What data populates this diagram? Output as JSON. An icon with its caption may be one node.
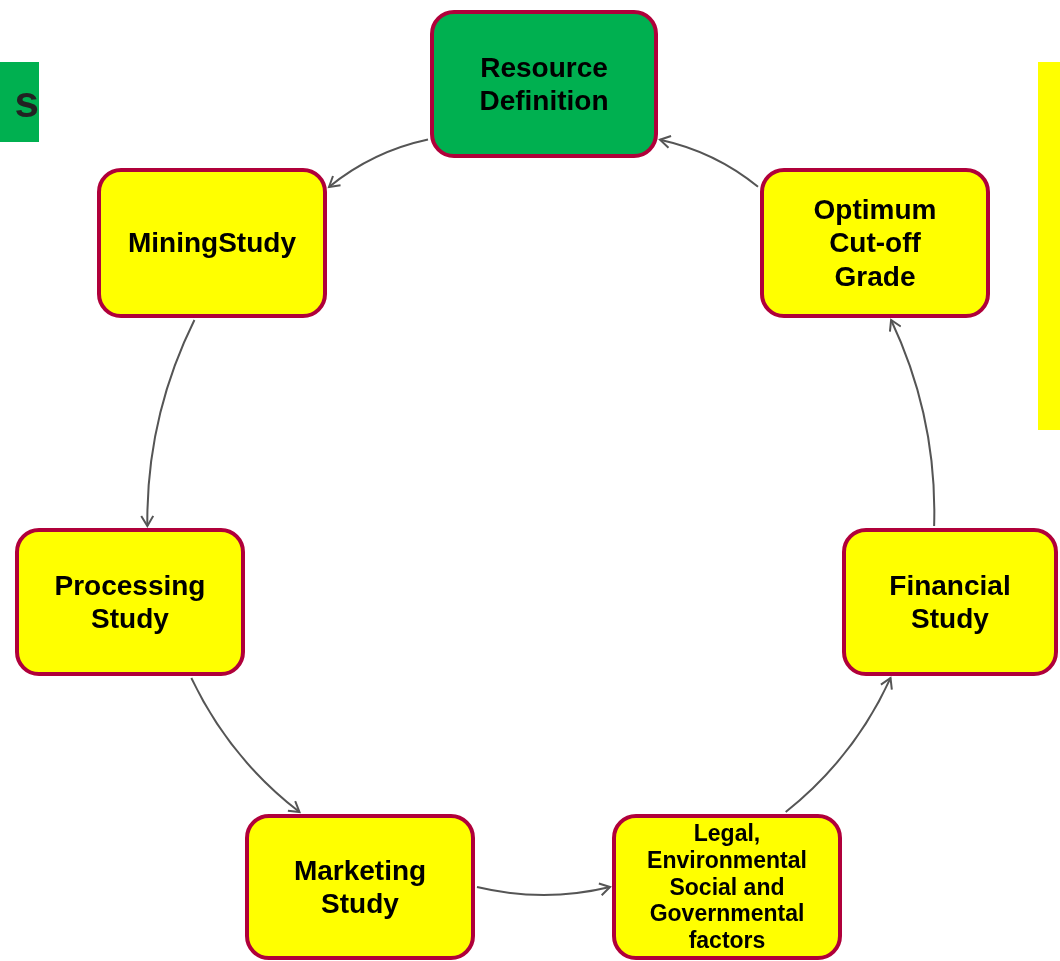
{
  "diagram": {
    "nodes": [
      {
        "text": [
          "Resource Definition"
        ]
      },
      {
        "text": [
          "Optimum Cut-off Grade"
        ]
      },
      {
        "text": [
          "Financial Study"
        ]
      },
      {
        "text": [
          "Legal, Environmental Social and Governmental factors"
        ]
      },
      {
        "text": [
          "Marketing Study"
        ]
      },
      {
        "text": [
          "Processing Study"
        ]
      },
      {
        "text": [
          "MiningStudy"
        ]
      },
      {
        "text": [
          "s"
        ]
      },
      {
        "text": [],
        "shape": "box"
      }
    ],
    "edges": [
      {
        "from": 0,
        "to": 6,
        "arrow": "to"
      },
      {
        "from": 6,
        "to": 5,
        "arrow": "to"
      },
      {
        "from": 5,
        "to": 4,
        "arrow": "to"
      },
      {
        "from": 4,
        "to": 3,
        "arrow": "to"
      },
      {
        "from": 3,
        "to": 2,
        "arrow": "to"
      },
      {
        "from": 2,
        "to": 1,
        "arrow": "to"
      },
      {
        "from": 1,
        "to": 0,
        "arrow": "to"
      }
    ]
  }
}
